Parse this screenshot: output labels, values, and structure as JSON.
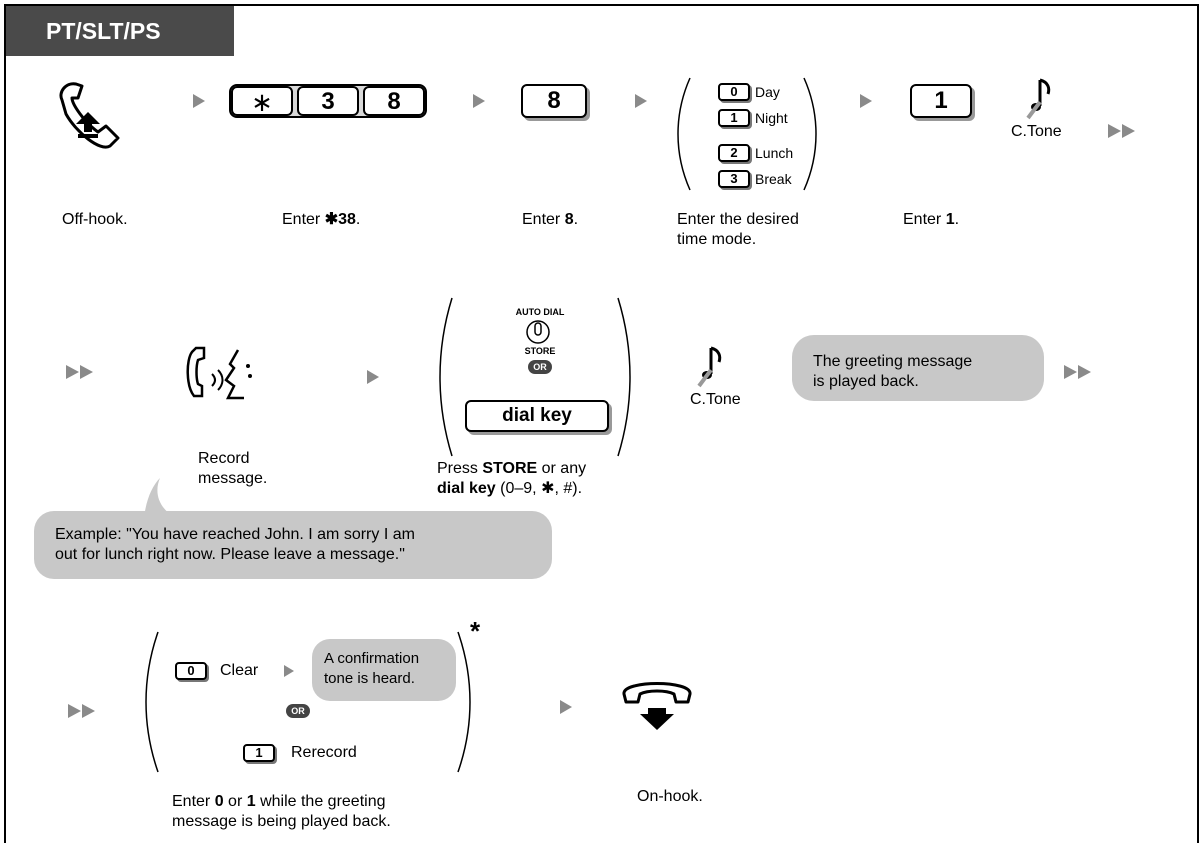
{
  "header": {
    "title": "PT/SLT/PS"
  },
  "steps": {
    "offhook": "Off-hook.",
    "enter_star38_prefix": "Enter ",
    "enter_star38_bold": "✱38",
    "enter_star38_suffix": ".",
    "enter8_prefix": "Enter ",
    "enter8_bold": "8",
    "enter8_suffix": ".",
    "time_mode_line1": "Enter the desired",
    "time_mode_line2": "time mode.",
    "enter1_prefix": "Enter ",
    "enter1_bold": "1",
    "enter1_suffix": ".",
    "record_line1": "Record",
    "record_line2": "message.",
    "press_store_p1": "Press ",
    "press_store_b1": "STORE",
    "press_store_p2": " or any",
    "press_store_b2": "dial key",
    "press_store_p3": " (0–9, ✱, #).",
    "enter01_p1": "Enter ",
    "enter01_b1": "0",
    "enter01_p2": " or ",
    "enter01_b2": "1",
    "enter01_p3": " while the greeting",
    "enter01_line2": "message is being played back.",
    "onhook": "On-hook."
  },
  "keys": {
    "star": "∗",
    "three": "3",
    "eight_a": "8",
    "eight_b": "8",
    "one": "1",
    "dial_key": "dial key"
  },
  "time_modes": [
    {
      "key": "0",
      "label": "Day"
    },
    {
      "key": "1",
      "label": "Night"
    },
    {
      "key": "2",
      "label": "Lunch"
    },
    {
      "key": "3",
      "label": "Break"
    }
  ],
  "ctone": "C.Tone",
  "ctone2": "C.Tone",
  "auto_dial": "AUTO DIAL",
  "store": "STORE",
  "or_label": "OR",
  "playback_bubble_l1": "The greeting message",
  "playback_bubble_l2": "is played back.",
  "example_l1": "Example: \"You have reached John. I am sorry I am",
  "example_l2": "out for lunch right now. Please leave a message.\"",
  "options": {
    "clear_key": "0",
    "clear_label": "Clear",
    "confirm_l1": "A confirmation",
    "confirm_l2": "tone is heard.",
    "rerecord_key": "1",
    "rerecord_label": "Rerecord",
    "asterisk": "*"
  }
}
